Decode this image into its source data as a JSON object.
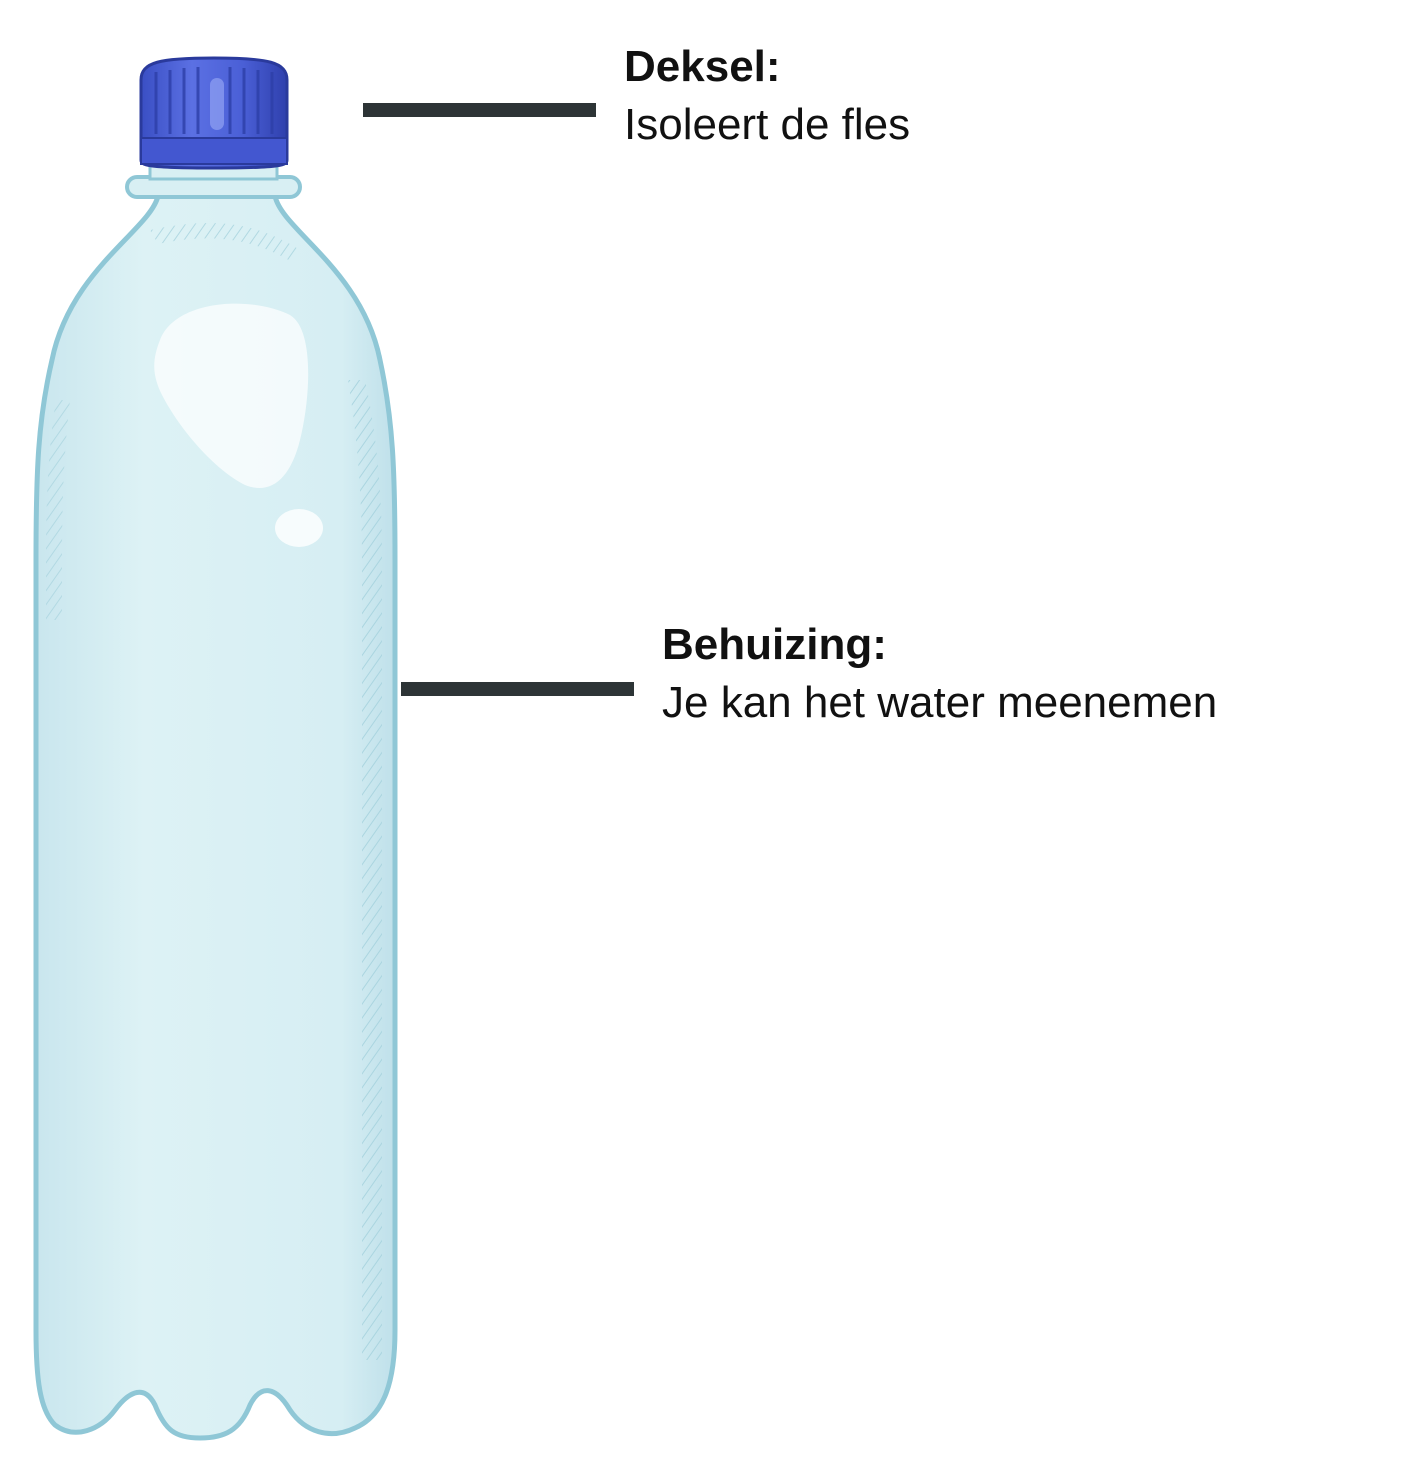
{
  "annotations": [
    {
      "title": "Deksel:",
      "description": "Isoleert de fles"
    },
    {
      "title": "Behuizing:",
      "description": "Je kan het water meenemen"
    }
  ],
  "colors": {
    "cap": "#4a5fd6",
    "cap_dark": "#3344b8",
    "bottle_body": "#d8eff3",
    "bottle_outline": "#8fc7d6",
    "leader_line": "#2d3436",
    "text": "#111111"
  }
}
